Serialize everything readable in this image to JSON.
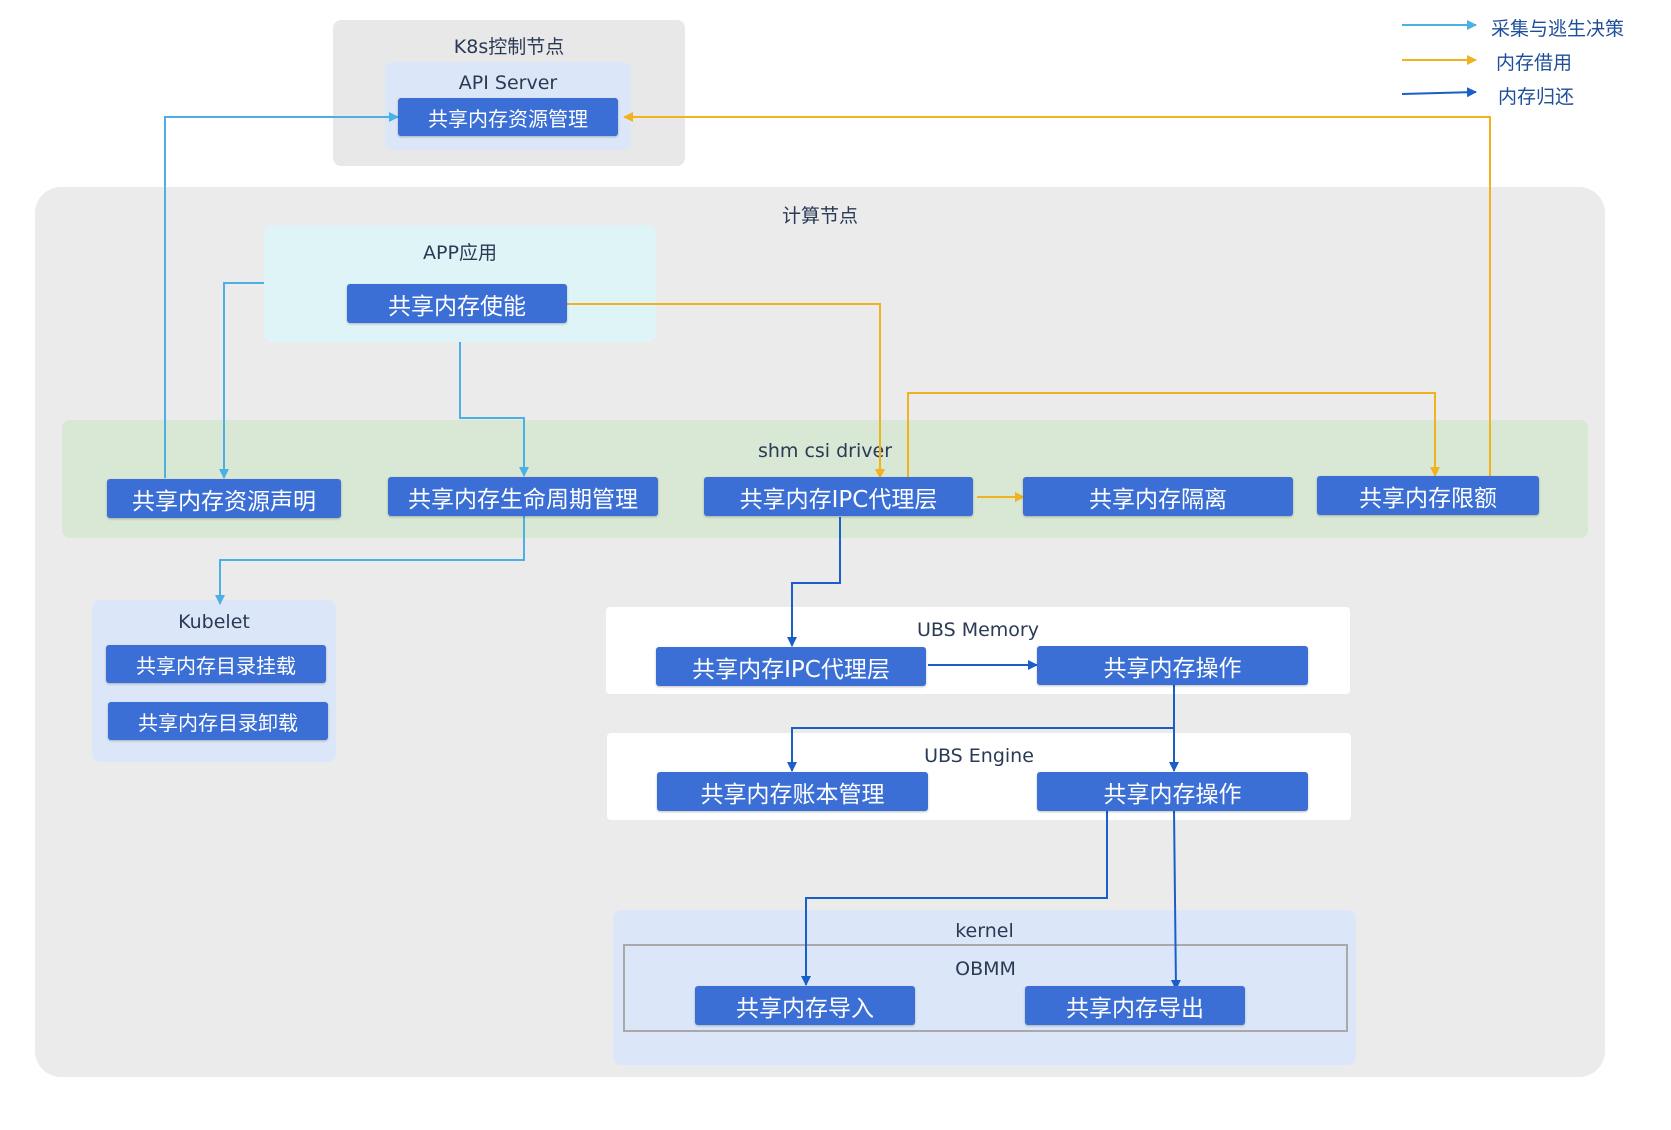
{
  "legend": {
    "items": [
      {
        "label": "采集与逃生决策",
        "color": "#4bb0e6"
      },
      {
        "label": "内存借用",
        "color": "#f0b21e"
      },
      {
        "label": "内存归还",
        "color": "#1a5fc8"
      }
    ]
  },
  "k8s": {
    "title": "K8s控制节点",
    "api_server": {
      "title": "API Server",
      "box": "共享内存资源管理"
    }
  },
  "compute": {
    "title": "计算节点",
    "app": {
      "title": "APP应用",
      "box": "共享内存使能"
    },
    "csi": {
      "title": "shm csi driver",
      "boxes": [
        "共享内存资源声明",
        "共享内存生命周期管理",
        "共享内存IPC代理层",
        "共享内存隔离",
        "共享内存限额"
      ]
    },
    "kubelet": {
      "title": "Kubelet",
      "boxes": [
        "共享内存目录挂载",
        "共享内存目录卸载"
      ]
    },
    "ubs_memory": {
      "title": "UBS Memory",
      "boxes": [
        "共享内存IPC代理层",
        "共享内存操作"
      ]
    },
    "ubs_engine": {
      "title": "UBS Engine",
      "boxes": [
        "共享内存账本管理",
        "共享内存操作"
      ]
    },
    "kernel": {
      "title": "kernel",
      "obmm": {
        "title": "OBMM",
        "boxes": [
          "共享内存导入",
          "共享内存导出"
        ]
      }
    }
  }
}
